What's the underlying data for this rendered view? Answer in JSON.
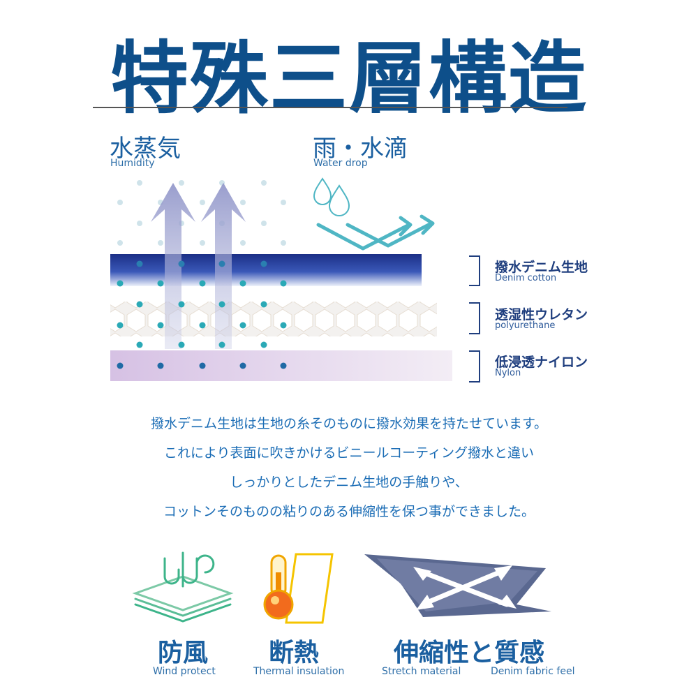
{
  "title": "特殊三層構造",
  "humidity": {
    "jp": "水蒸気",
    "en": "Humidity"
  },
  "water": {
    "jp": "雨・水滴",
    "en": "Water drop"
  },
  "layers": [
    {
      "jp": "撥水デニム生地",
      "en": "Denim cotton"
    },
    {
      "jp": "透湿性ウレタン",
      "en": "polyurethane"
    },
    {
      "jp": "低浸透ナイロン",
      "en": "Nylon"
    }
  ],
  "description": [
    "撥水デニム生地は生地の糸そのものに撥水効果を持たせています。",
    "これにより表面に吹きかけるビニールコーティング撥水と違い",
    "しっかりとしたデニム生地の手触りや、",
    "コットンそのものの粘りのある伸縮性を保つ事ができました。"
  ],
  "features": [
    {
      "jp": "防風",
      "en": "Wind protect",
      "icon": "wind-layers-icon"
    },
    {
      "jp": "断熱",
      "en": "Thermal insulation",
      "icon": "thermometer-icon"
    },
    {
      "jp": "伸縮性と質感",
      "en_left": "Stretch material",
      "en_right": "Denim fabric feel",
      "icon": "stretch-fabric-icon"
    }
  ],
  "colors": {
    "title": "#0e4f8a",
    "accent": "#1a5fa0",
    "denim": "#1c3a8f",
    "nylon": "#d9c6e6",
    "teal": "#2aa9b6"
  }
}
